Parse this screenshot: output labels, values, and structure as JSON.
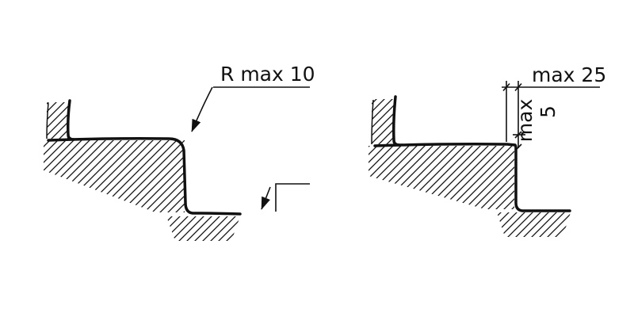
{
  "diagram": {
    "background": "#ffffff",
    "ink": "#111111",
    "left": {
      "label": "R max 10"
    },
    "right": {
      "horizontal_dim": "max 25",
      "vertical_dim_word": "max",
      "vertical_dim_value": "5"
    }
  }
}
